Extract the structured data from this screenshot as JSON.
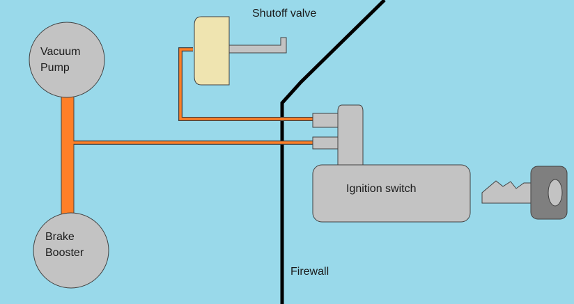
{
  "labels": {
    "vacuum_pump": [
      "Vacuum",
      "Pump"
    ],
    "brake_booster": [
      "Brake",
      "Booster"
    ],
    "shutoff_valve": "Shutoff valve",
    "ignition_switch": "Ignition switch",
    "firewall": "Firewall"
  },
  "colors": {
    "background": "#99d9ea",
    "vacuum_line": "#ff7f27",
    "component_gray": "#c3c3c3",
    "valve_body": "#efe4b0",
    "key_head": "#7f7f7f",
    "outline": "#404040",
    "firewall": "#000000"
  }
}
